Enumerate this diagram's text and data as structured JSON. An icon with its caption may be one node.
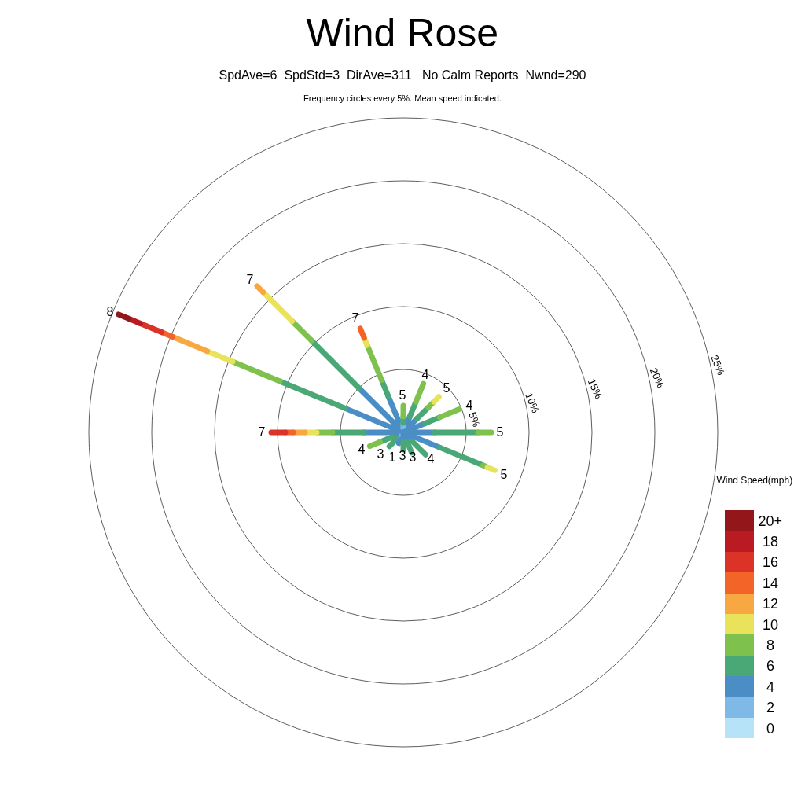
{
  "diagram": {
    "title": "Wind Rose",
    "labels": [
      "SpdAve=6  SpdStd=3  DirAve=311   No Calm Reports  Nwnd=290",
      "Frequency circles every 5%. Mean speed indicated.",
      "7",
      "8",
      "7",
      "4",
      "5",
      "5",
      "4",
      "7",
      "5",
      "4",
      "3",
      "1",
      "3",
      "3",
      "4",
      "5",
      "25%",
      "20%",
      "15%",
      "10%",
      "5%",
      "Wind Speed(mph)"
    ],
    "legend": [
      {
        "text": "20+",
        "color": "#93161b"
      },
      {
        "text": "18",
        "color": "#ba1b23"
      },
      {
        "text": "16",
        "color": "#dc3328"
      },
      {
        "text": "14",
        "color": "#f26428"
      },
      {
        "text": "12",
        "color": "#f8a843"
      },
      {
        "text": "10",
        "color": "#e8e35a"
      },
      {
        "text": "8",
        "color": "#7ec24d"
      },
      {
        "text": "6",
        "color": "#4aa876"
      },
      {
        "text": "4",
        "color": "#4b8ec6"
      },
      {
        "text": "2",
        "color": "#7fbae6"
      },
      {
        "text": "0",
        "color": "#b6e3f7"
      }
    ]
  }
}
